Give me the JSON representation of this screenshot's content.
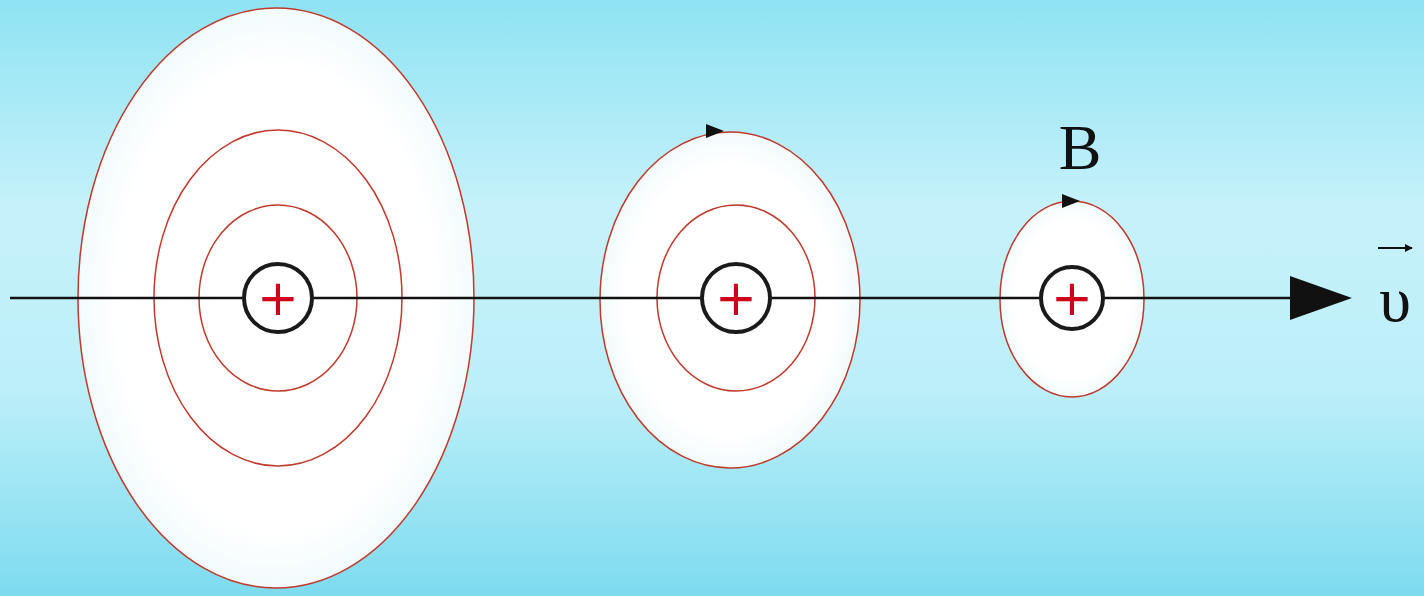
{
  "diagram": {
    "nodes": [
      {
        "text": [
          "+"
        ]
      },
      {
        "text": [
          "+"
        ]
      },
      {
        "text": [
          "+"
        ]
      }
    ],
    "labels": [
      "B",
      "υ"
    ]
  }
}
